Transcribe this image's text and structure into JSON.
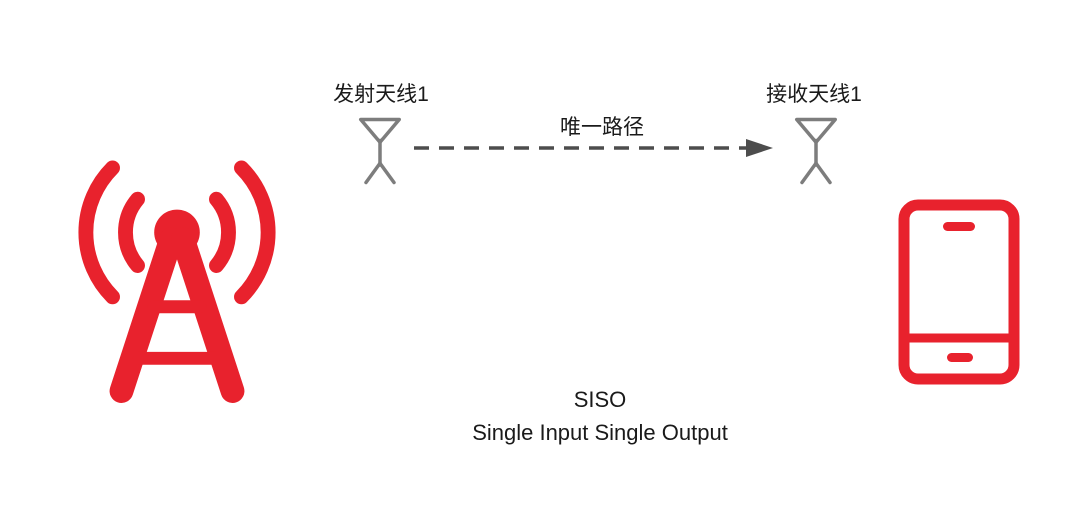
{
  "diagram": {
    "tx_antenna_label": "发射天线1",
    "rx_antenna_label": "接收天线1",
    "path_label": "唯一路径",
    "title": "SISO",
    "subtitle": "Single Input Single Output",
    "icons": [
      "cell-tower-icon",
      "antenna-icon",
      "dashed-arrow-icon",
      "antenna-icon",
      "smartphone-icon"
    ],
    "colors": {
      "accent_red": "#e8222d",
      "antenna_gray": "#7d7d7d",
      "arrow_gray": "#4d4d4d",
      "text": "#1a1a1a",
      "background": "#ffffff"
    }
  }
}
